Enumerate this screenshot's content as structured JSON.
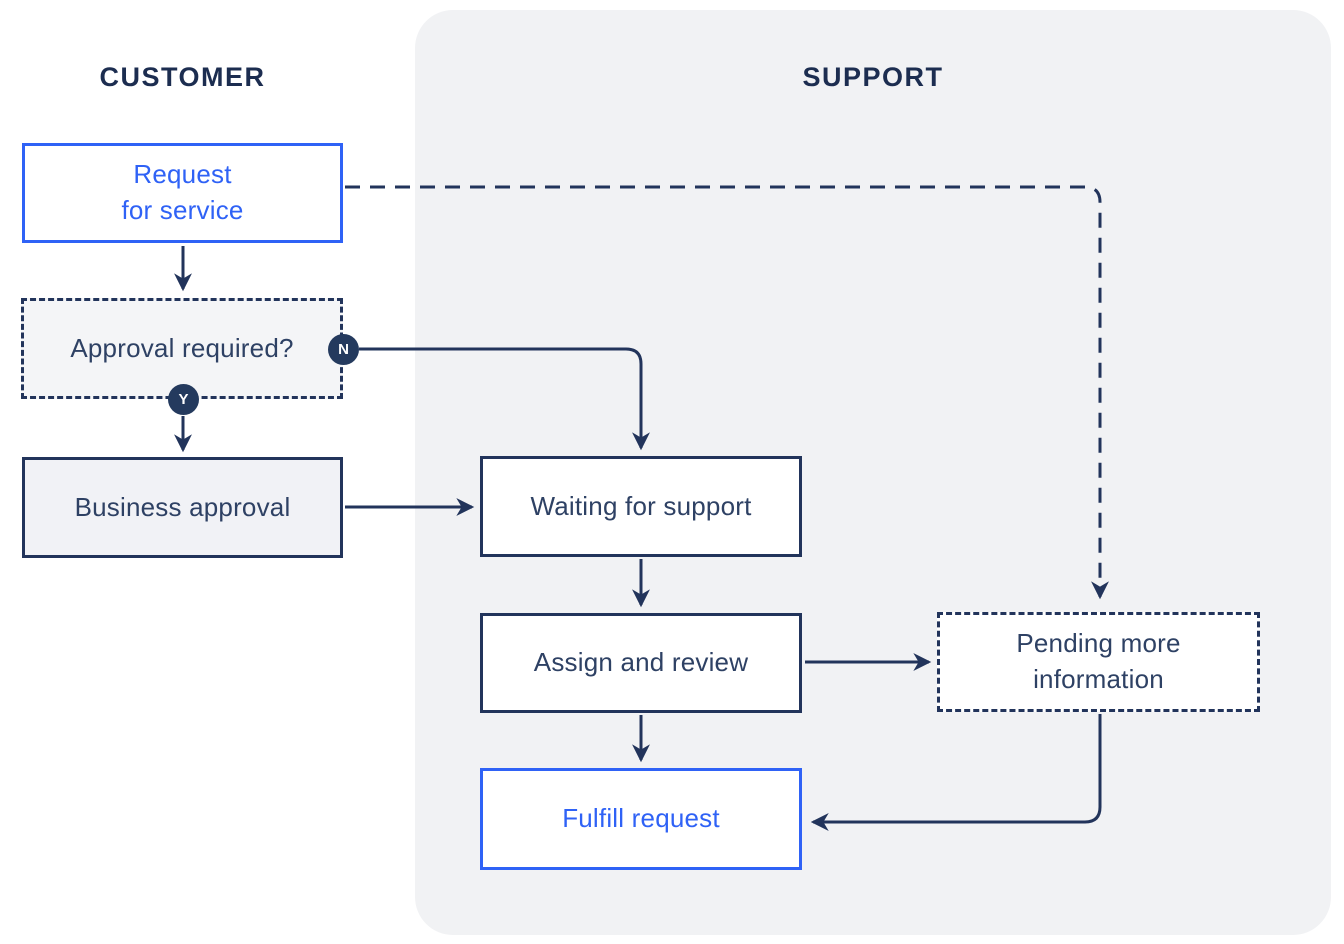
{
  "diagram": {
    "lanes": {
      "customer": "CUSTOMER",
      "support": "SUPPORT"
    },
    "nodes": {
      "request": {
        "label": "Request\nfor service"
      },
      "approval": {
        "label": "Approval required?"
      },
      "business": {
        "label": "Business approval"
      },
      "waiting": {
        "label": "Waiting for support"
      },
      "assign": {
        "label": "Assign and review"
      },
      "pending": {
        "label": "Pending more\ninformation"
      },
      "fulfill": {
        "label": "Fulfill request"
      }
    },
    "badges": {
      "no": "N",
      "yes": "Y"
    },
    "colors": {
      "accent_blue": "#2f62f6",
      "navy": "#22345b",
      "panel_gray": "#f1f2f4",
      "box_gray": "#f1f2f6"
    }
  }
}
